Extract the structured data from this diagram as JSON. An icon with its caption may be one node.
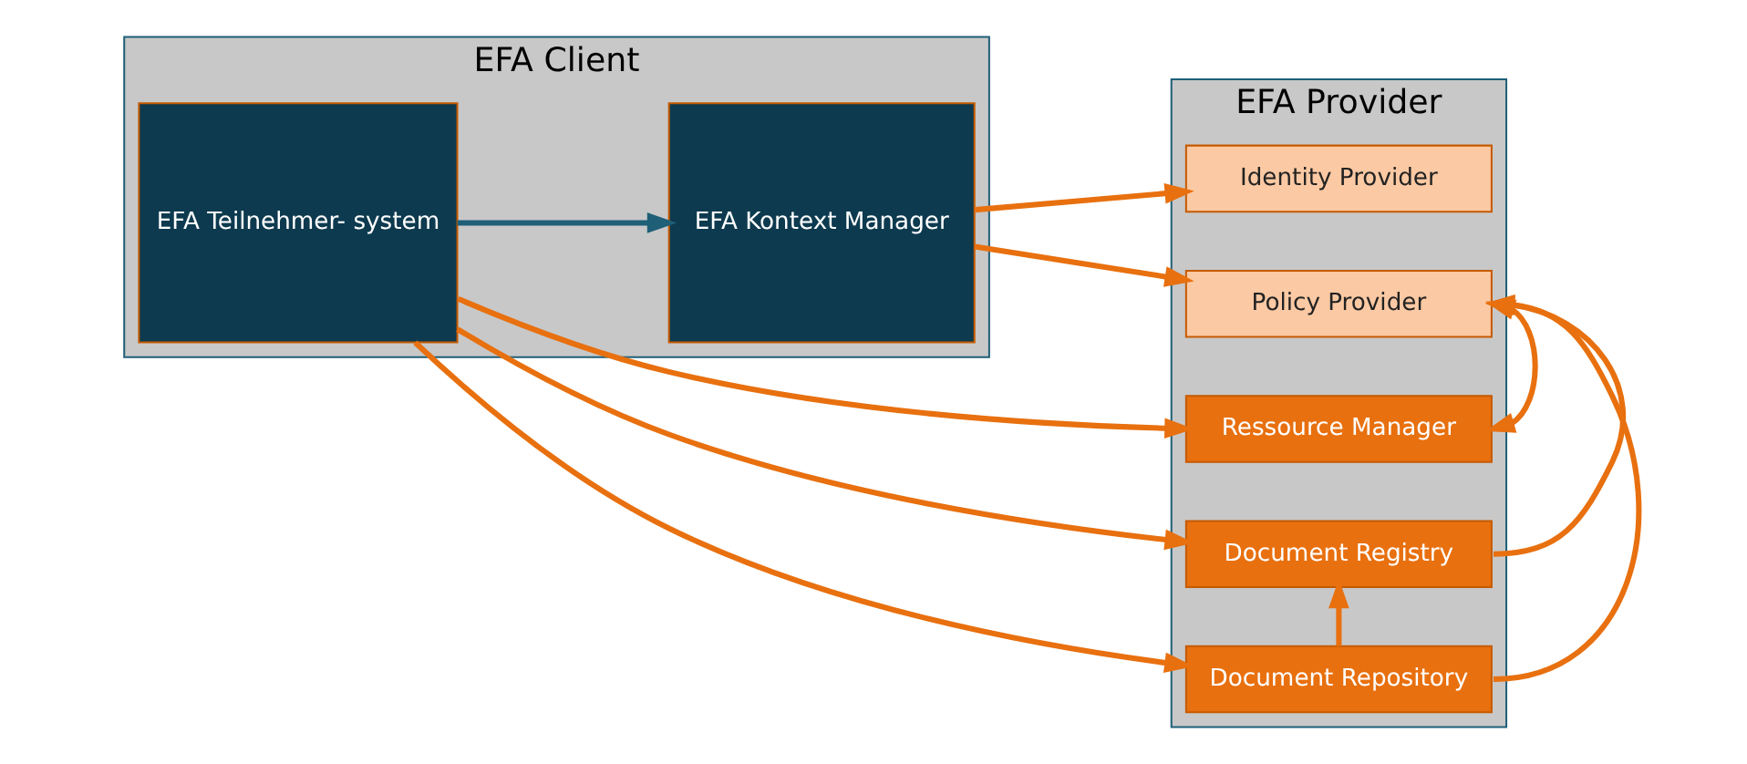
{
  "diagram": {
    "nodes": [
      {
        "text": [
          "EFA Client"
        ]
      },
      {
        "text": [
          "EFA Teilnehmer- system"
        ],
        "in": 0
      },
      {
        "text": [
          "EFA Kontext Manager"
        ],
        "in": 0
      },
      {
        "text": [
          "EFA Provider"
        ]
      },
      {
        "text": [
          "Identity Provider"
        ],
        "in": 3
      },
      {
        "text": [
          "Policy Provider"
        ],
        "in": 3
      },
      {
        "text": [
          "Ressource Manager"
        ],
        "in": 3
      },
      {
        "text": [
          "Document Registry"
        ],
        "in": 3
      },
      {
        "text": [
          "Document Repository"
        ],
        "in": 3
      }
    ],
    "edges": [
      {
        "from": 1,
        "to": 2,
        "arrow": "to",
        "color": "#1f5f78"
      },
      {
        "from": 2,
        "to": 4,
        "arrow": "to"
      },
      {
        "from": 2,
        "to": 5,
        "arrow": "to"
      },
      {
        "from": 1,
        "to": 6,
        "arrow": "to"
      },
      {
        "from": 1,
        "to": 7,
        "arrow": "to"
      },
      {
        "from": 1,
        "to": 8,
        "arrow": "to"
      },
      {
        "from": 8,
        "to": 7,
        "arrow": "to"
      },
      {
        "from": 5,
        "to": 6,
        "arrow": "both"
      },
      {
        "from": 7,
        "to": 5,
        "arrow": "to"
      },
      {
        "from": 8,
        "to": 5,
        "arrow": "to"
      }
    ]
  }
}
